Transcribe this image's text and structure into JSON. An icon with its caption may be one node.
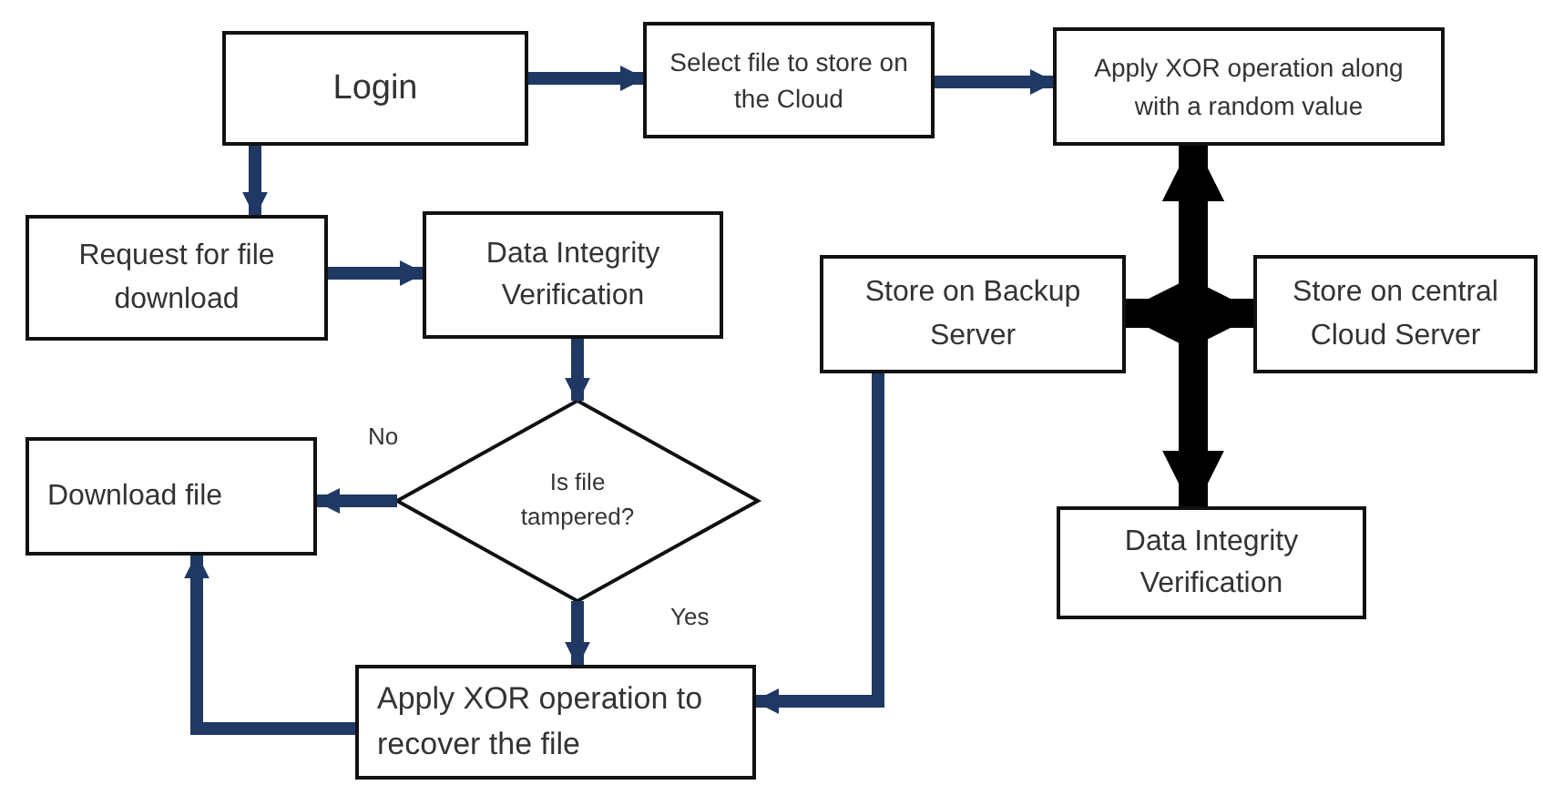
{
  "diagram": {
    "nodes": [
      {
        "text": [
          "Login"
        ]
      },
      {
        "text": [
          "Select file to store on the Cloud"
        ]
      },
      {
        "text": [
          "Apply XOR operation along with a random value"
        ]
      },
      {
        "text": [
          "Request for file download"
        ]
      },
      {
        "text": [
          "Data Integrity Verification"
        ]
      },
      {
        "text": [
          "Store on Backup Server"
        ]
      },
      {
        "text": [
          "Store on central Cloud Server"
        ]
      },
      {
        "text": [
          "Is file tampered?"
        ]
      },
      {
        "text": [
          "Download file"
        ]
      },
      {
        "text": [
          "Data Integrity Verification"
        ]
      },
      {
        "text": [
          "Apply XOR operation to recover the file"
        ]
      }
    ],
    "edges": [
      {
        "from": 0,
        "to": 1,
        "arrow": "to"
      },
      {
        "from": 1,
        "to": 2,
        "arrow": "to"
      },
      {
        "from": 0,
        "to": 3,
        "arrow": "to"
      },
      {
        "from": 3,
        "to": 4,
        "arrow": "to"
      },
      {
        "from": 4,
        "to": 7,
        "arrow": "to"
      },
      {
        "from": 7,
        "to": 8,
        "arrow": "to",
        "label": "No"
      },
      {
        "from": 7,
        "to": 10,
        "arrow": "to",
        "label": "Yes"
      },
      {
        "from": 10,
        "to": 8,
        "arrow": "to"
      },
      {
        "from": 5,
        "to": 10,
        "arrow": "to"
      },
      {
        "from": 2,
        "to": 5,
        "arrow": "both",
        "style": "thick",
        "color": "#000000"
      },
      {
        "from": 2,
        "to": 6,
        "arrow": "both",
        "style": "thick",
        "color": "#000000"
      },
      {
        "from": 2,
        "to": 9,
        "arrow": "both",
        "style": "thick",
        "color": "#000000"
      }
    ]
  }
}
